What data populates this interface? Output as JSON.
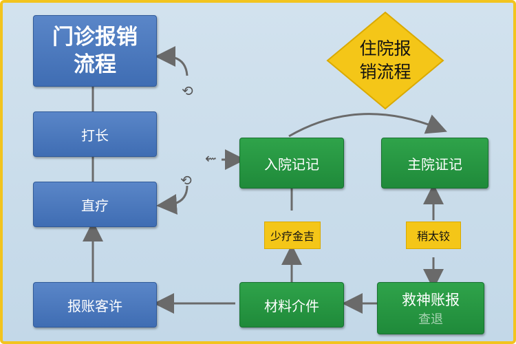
{
  "outpatient": {
    "title": "门诊报销\n流程",
    "steps": [
      "打长",
      "直疗",
      "报账客许"
    ]
  },
  "inpatient": {
    "title": "住院报\n销流程",
    "admit": "入院记记",
    "main": "主院证记",
    "materials": "材料介件",
    "review": "救神账报",
    "review_sub": "查退",
    "tag_left": "少疗金吉",
    "tag_right": "稍太铰"
  },
  "decor": {
    "glyph_1": "⟲",
    "glyph_2": "⟲",
    "glyph_3": "⇜"
  },
  "colors": {
    "background": "#c9dce9",
    "border": "#f2c41f",
    "blue_box": "#4a78bd",
    "green_box": "#239a41",
    "diamond": "#f4c618",
    "arrow": "#6a6a6a"
  }
}
